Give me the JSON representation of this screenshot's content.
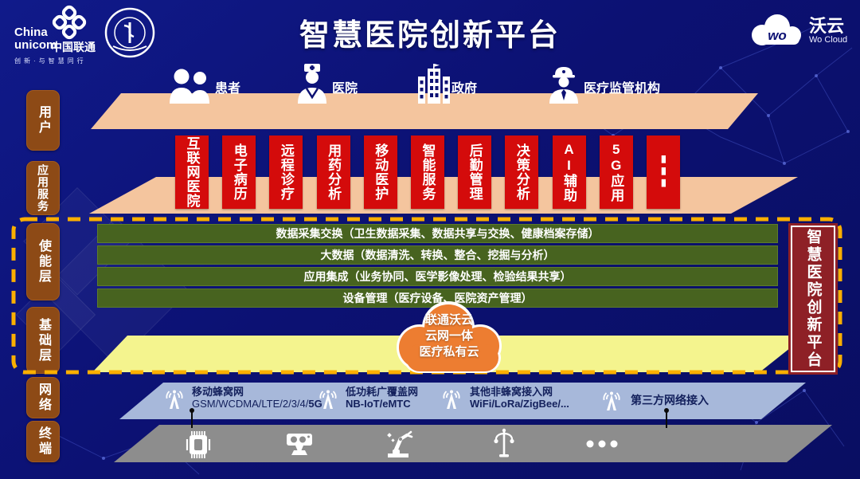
{
  "title": "智慧医院创新平台",
  "header": {
    "unicom": {
      "en1": "China",
      "en2": "unicom",
      "cn": "中国联通",
      "tagline": "创新·与智慧同行"
    },
    "wocloud": {
      "logo_text": "wo",
      "cn": "沃云",
      "en": "Wo Cloud"
    }
  },
  "sidebar": {
    "layers": [
      {
        "label": "用户"
      },
      {
        "label": "应用服务"
      },
      {
        "label": "使能层"
      },
      {
        "label": "基础层"
      },
      {
        "label": "网络"
      },
      {
        "label": "终端"
      }
    ]
  },
  "users": {
    "items": [
      {
        "icon": "patients-icon",
        "label": "患者"
      },
      {
        "icon": "hospital-icon",
        "label": "医院"
      },
      {
        "icon": "government-icon",
        "label": "政府"
      },
      {
        "icon": "regulator-icon",
        "label": "医疗监管机构"
      }
    ]
  },
  "applications": {
    "items": [
      {
        "label": "互联网医院"
      },
      {
        "label": "电子病历"
      },
      {
        "label": "远程诊疗"
      },
      {
        "label": "用药分析"
      },
      {
        "label": "移动医护"
      },
      {
        "label": "智能服务"
      },
      {
        "label": "后勤管理"
      },
      {
        "label": "决策分析"
      },
      {
        "label": "AI辅助"
      },
      {
        "label": "5G应用"
      }
    ],
    "more": "⋮"
  },
  "enabling": {
    "bars": [
      {
        "text": "数据采集交换（卫生数据采集、数据共享与交换、健康档案存储）"
      },
      {
        "text": "大数据（数据清洗、转换、整合、挖掘与分析）"
      },
      {
        "text": "应用集成（业务协同、医学影像处理、检验结果共享）"
      },
      {
        "text": "设备管理（医疗设备、医院资产管理）"
      }
    ]
  },
  "infrastructure": {
    "cloud_line1": "联通沃云",
    "cloud_line2": "云网一体",
    "cloud_line3": "医疗私有云"
  },
  "platform_box": {
    "label": "智慧医院创新平台"
  },
  "network": {
    "items": [
      {
        "icon": "antenna-icon",
        "title": "移动蜂窝网",
        "subtitle": "GSM/WCDMA/LTE/2/3/4/",
        "subtitle_bold": "5G"
      },
      {
        "icon": "antenna-icon",
        "title": "低功耗广覆盖网",
        "subtitle": "",
        "subtitle_bold": "NB-IoT/eMTC"
      },
      {
        "icon": "antenna-icon",
        "title": "其他非蜂窝接入网",
        "subtitle": "",
        "subtitle_bold": "WiFi/LoRa/ZigBee/..."
      },
      {
        "icon": "antenna-icon",
        "title": "第三方网络接入",
        "subtitle": "",
        "subtitle_bold": ""
      }
    ]
  },
  "terminal": {
    "icons": [
      "chip-icon",
      "camera-icon",
      "robot-arm-icon",
      "street-lamp-icon",
      "ellipsis-icon"
    ]
  },
  "colors": {
    "background": "#0c1173",
    "band_salmon": "#f4c59e",
    "app_red": "#d40b0b",
    "platform_maroon": "#8e2026",
    "bar_green": "#47631f",
    "base_yellow": "#f4f48e",
    "cloud_orange": "#ed7d31",
    "network_blue": "#a7b8da",
    "terminal_grey": "#8d8d8d",
    "sidebar_brown": "#8d4a16",
    "dashed_orange": "#fbaf00"
  }
}
